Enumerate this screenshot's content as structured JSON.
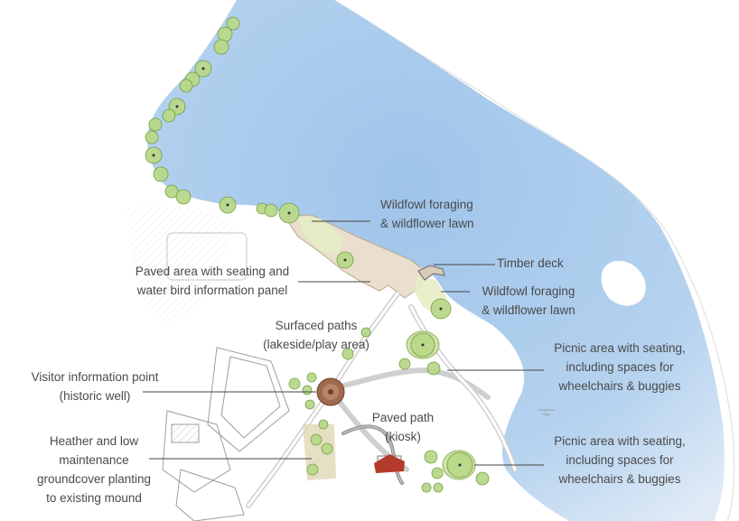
{
  "map": {
    "colors": {
      "water": "#a9cbed",
      "water_light": "#d7e8f7",
      "land": "#ffffff",
      "deck": "#eadfce",
      "lawn": "#e6edc4",
      "tree": "#b9d98a",
      "tree_dark": "#6f9b3e",
      "roof": "#b43a2a",
      "well": "#a06a4c",
      "leader": "#444444"
    },
    "labels": {
      "wildfowl_top": "Wildfowl foraging\n& wildflower lawn",
      "timber_deck": "Timber deck",
      "paved_seating": "Paved area with seating and\nwater bird information panel",
      "wildfowl_right": "Wildfowl foraging\n& wildflower lawn",
      "surfaced_paths": "Surfaced paths\n(lakeside/play area)",
      "picnic_upper": "Picnic area with seating,\nincluding spaces for\nwheelchairs & buggies",
      "visitor_info": "Visitor information point\n(historic well)",
      "paved_path_kiosk": "Paved path\n(kiosk)",
      "heather": "Heather and low\nmaintenance\ngroundcover planting\nto existing mound",
      "picnic_lower": "Picnic area with seating,\nincluding spaces for\nwheelchairs & buggies"
    },
    "small_text": {
      "lake_name": "Langmoor\nLake"
    }
  }
}
